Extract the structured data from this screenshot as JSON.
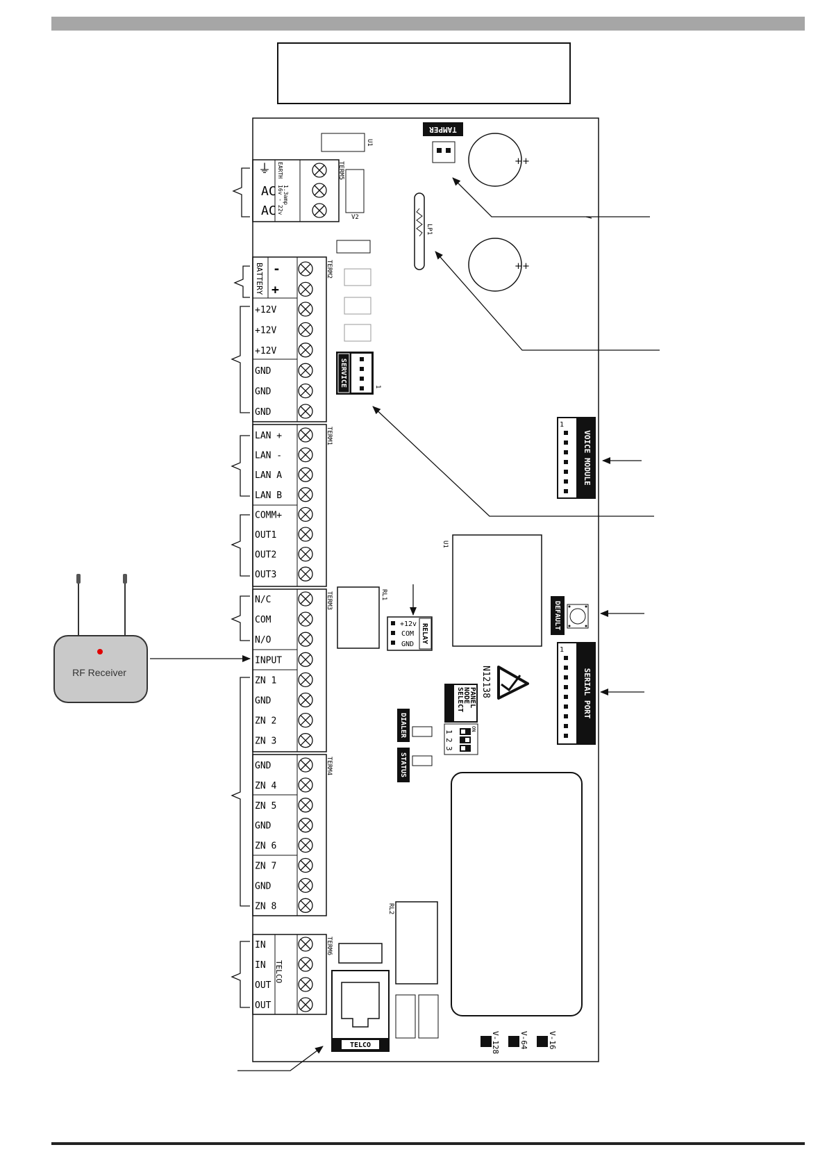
{
  "terminals": {
    "term5": {
      "id": "TERM5",
      "earth": "EARTH",
      "ac1": "AC",
      "ac2": "AC",
      "rating": "16v - 22v",
      "current": "1.3amp"
    },
    "term2": {
      "id": "TERM2",
      "battery": "BATTERY",
      "minus": "-",
      "plus": "+",
      "labels": [
        "+12V",
        "+12V",
        "+12V",
        "GND",
        "GND",
        "GND"
      ]
    },
    "term1": {
      "id": "TERM1",
      "labels": [
        "LAN +",
        "LAN -",
        "LAN A",
        "LAN B",
        "COMM+",
        "OUT1",
        "OUT2",
        "OUT3"
      ]
    },
    "term3": {
      "id": "TERM3",
      "labels": [
        "N/C",
        "COM",
        "N/O",
        "INPUT",
        "ZN 1",
        "GND",
        "ZN 2",
        "ZN 3"
      ]
    },
    "term4": {
      "id": "TERM4",
      "labels": [
        "GND",
        "ZN 4",
        "ZN 5",
        "GND",
        "ZN 6",
        "ZN 7",
        "GND",
        "ZN 8"
      ]
    },
    "term6": {
      "id": "TERM6",
      "labels": [
        "IN",
        "IN",
        "OUT",
        "OUT"
      ],
      "group": "TELCO"
    }
  },
  "components": {
    "u1_top": "U1",
    "v2": "V2",
    "lp1": "LP1",
    "tamper": "TAMPER",
    "service": "SERVICE",
    "service_pin": "1",
    "voice_module": "VOICE MODULE",
    "voice_pin": "1",
    "u1_chip": "U1",
    "rl1": "RL1",
    "relay": "RELAY",
    "relay_pins": [
      "+12v",
      "COM",
      "GND"
    ],
    "default": "DEFAULT",
    "serial_port": "SERIAL PORT",
    "serial_pin": "1",
    "cert_number": "N12138",
    "panel_node_select": [
      "PANEL",
      "NODE",
      "SELECT"
    ],
    "dip_on": "ON",
    "dip_numbers": [
      "1",
      "2",
      "3"
    ],
    "dialer": "DIALER",
    "status": "STATUS",
    "rl2": "RL2",
    "telco_jack": "TELCO",
    "versions": [
      "V-128",
      "V-64",
      "V-16"
    ],
    "cap_plus": "+"
  },
  "rf_receiver": {
    "label": "RF Receiver"
  }
}
